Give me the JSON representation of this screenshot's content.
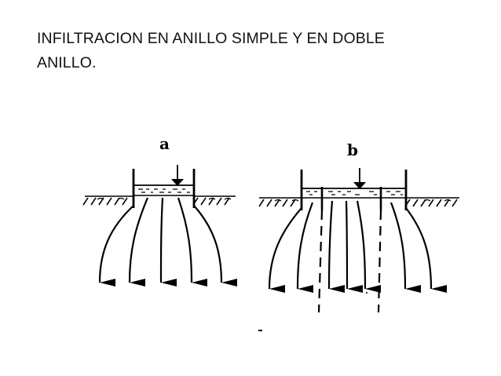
{
  "slide": {
    "title_line1": "INFILTRACION EN ANILLO SIMPLE Y EN DOBLE",
    "title_line2": "ANILLO."
  },
  "diagram": {
    "label_a": "a",
    "label_b": "b"
  }
}
